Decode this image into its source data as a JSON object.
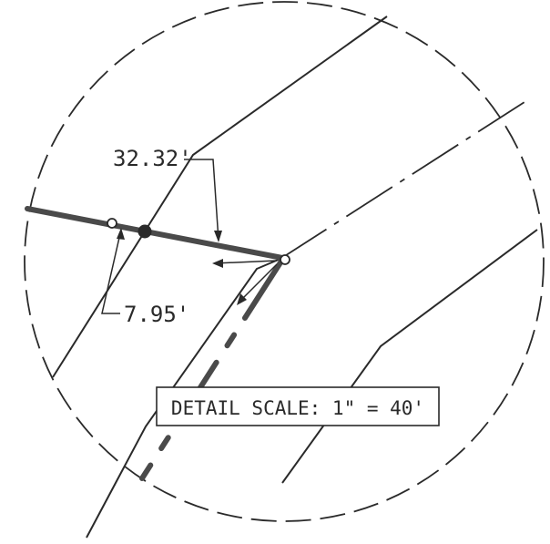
{
  "detail": {
    "dimension_long": "32.32'",
    "dimension_short": "7.95'",
    "scale_label": "DETAIL SCALE: 1\" = 40'"
  },
  "colors": {
    "ink": "#2a2a2a",
    "heavy_line": "#4a4a4a",
    "background": "#ffffff"
  }
}
